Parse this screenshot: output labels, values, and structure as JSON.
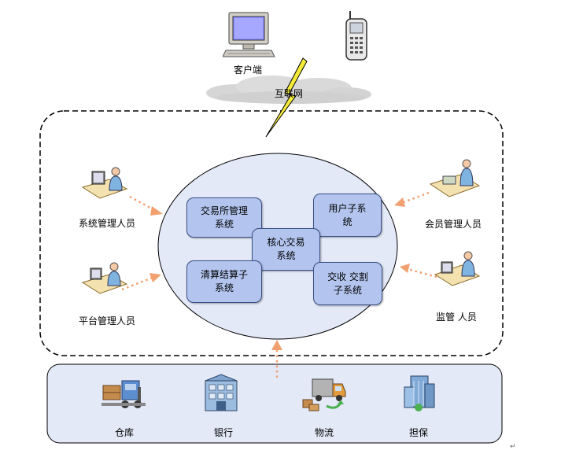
{
  "top": {
    "client_label": "客户端",
    "internet_label": "互联网"
  },
  "actors": {
    "sys_admin": "系统管理人员",
    "platform_admin": "平台管理人员",
    "member_admin": "会员管理人员",
    "supervisor": "监管 人员"
  },
  "core": {
    "exchange_mgmt": [
      "交易所管理",
      "系统"
    ],
    "user_subsystem": [
      "用户子系",
      "统"
    ],
    "core_trading": [
      "核心交易",
      "系统"
    ],
    "clearing": [
      "清算结算子",
      "系统"
    ],
    "delivery": [
      "交收 交割",
      "子系统"
    ]
  },
  "bottom": {
    "warehouse": "仓库",
    "bank": "银行",
    "logistics": "物流",
    "guarantee": "担保"
  },
  "colors": {
    "box_fill": "#b3c5ef",
    "ellipse_fill": "#e3e9f7",
    "arrow": "#f2a070",
    "lightning": "#f5ec3a"
  }
}
